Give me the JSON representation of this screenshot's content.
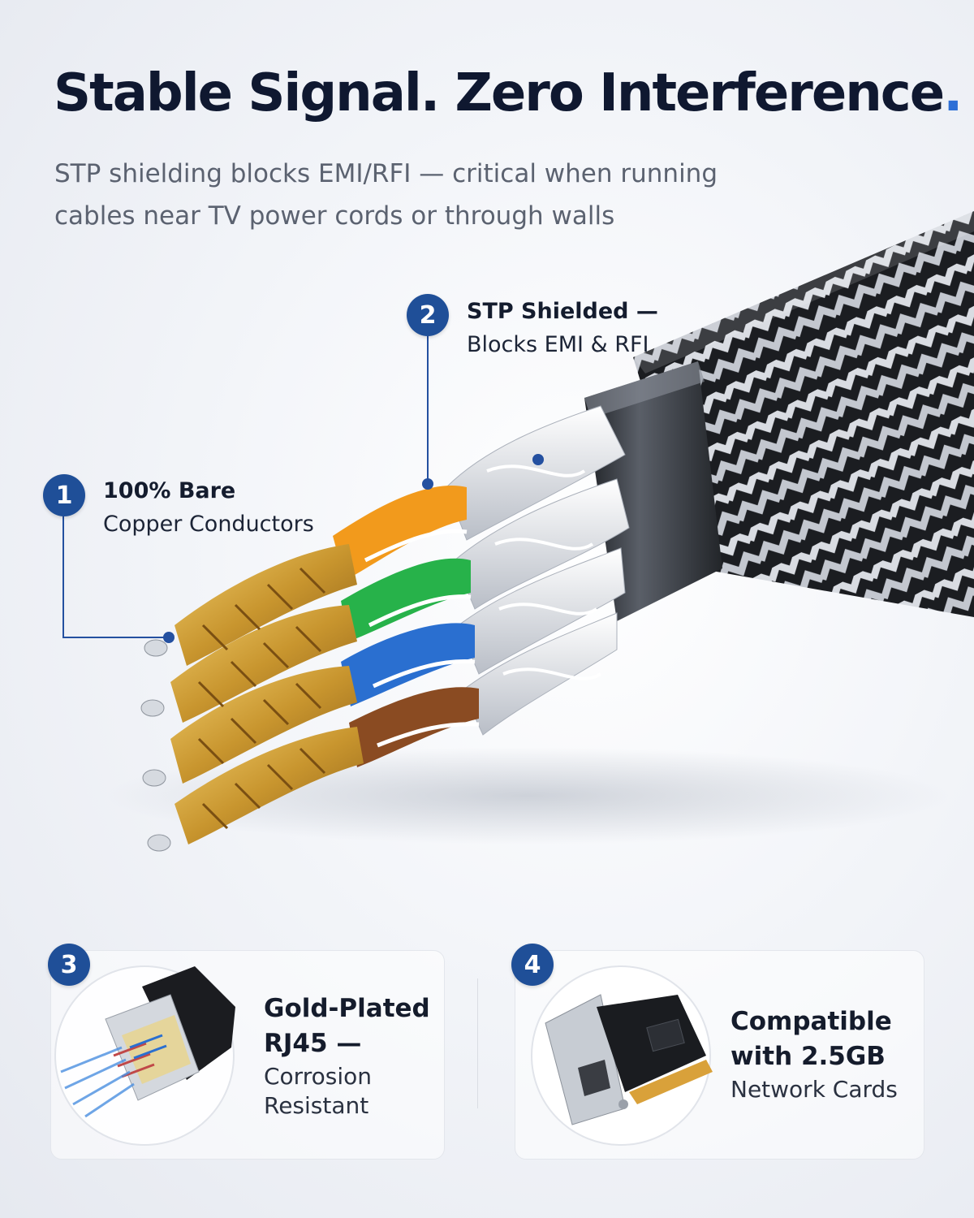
{
  "header": {
    "title": "Stable Signal. Zero Interference",
    "title_dot": ".",
    "subtitle_line1": "STP shielding blocks EMI/RFI — critical when running",
    "subtitle_line2": "cables near TV power cords or through walls"
  },
  "callouts": [
    {
      "number": "1",
      "title": "100% Bare",
      "subtitle": "Copper Conductors"
    },
    {
      "number": "2",
      "title": "STP Shielded —",
      "subtitle": "Blocks EMI & RFI"
    }
  ],
  "features": [
    {
      "number": "3",
      "title_line1": "Gold-Plated",
      "title_line2": "RJ45 —",
      "sub_line1": "Corrosion",
      "sub_line2": "Resistant"
    },
    {
      "number": "4",
      "title_line1": "Compatible",
      "title_line2": "with 2.5GB",
      "sub_line1": "Network Cards"
    }
  ],
  "colors": {
    "accent": "#2d6fd6",
    "badge": "#1f4f98",
    "headline": "#0f1830",
    "wire_orange": "#f29a1c",
    "wire_green": "#27b24a",
    "wire_blue": "#2a6fd0",
    "wire_brown": "#8a4b22",
    "copper": "#c8952e"
  },
  "icons": [
    "ethernet-cable-image",
    "rj45-connector-image",
    "network-card-image"
  ]
}
